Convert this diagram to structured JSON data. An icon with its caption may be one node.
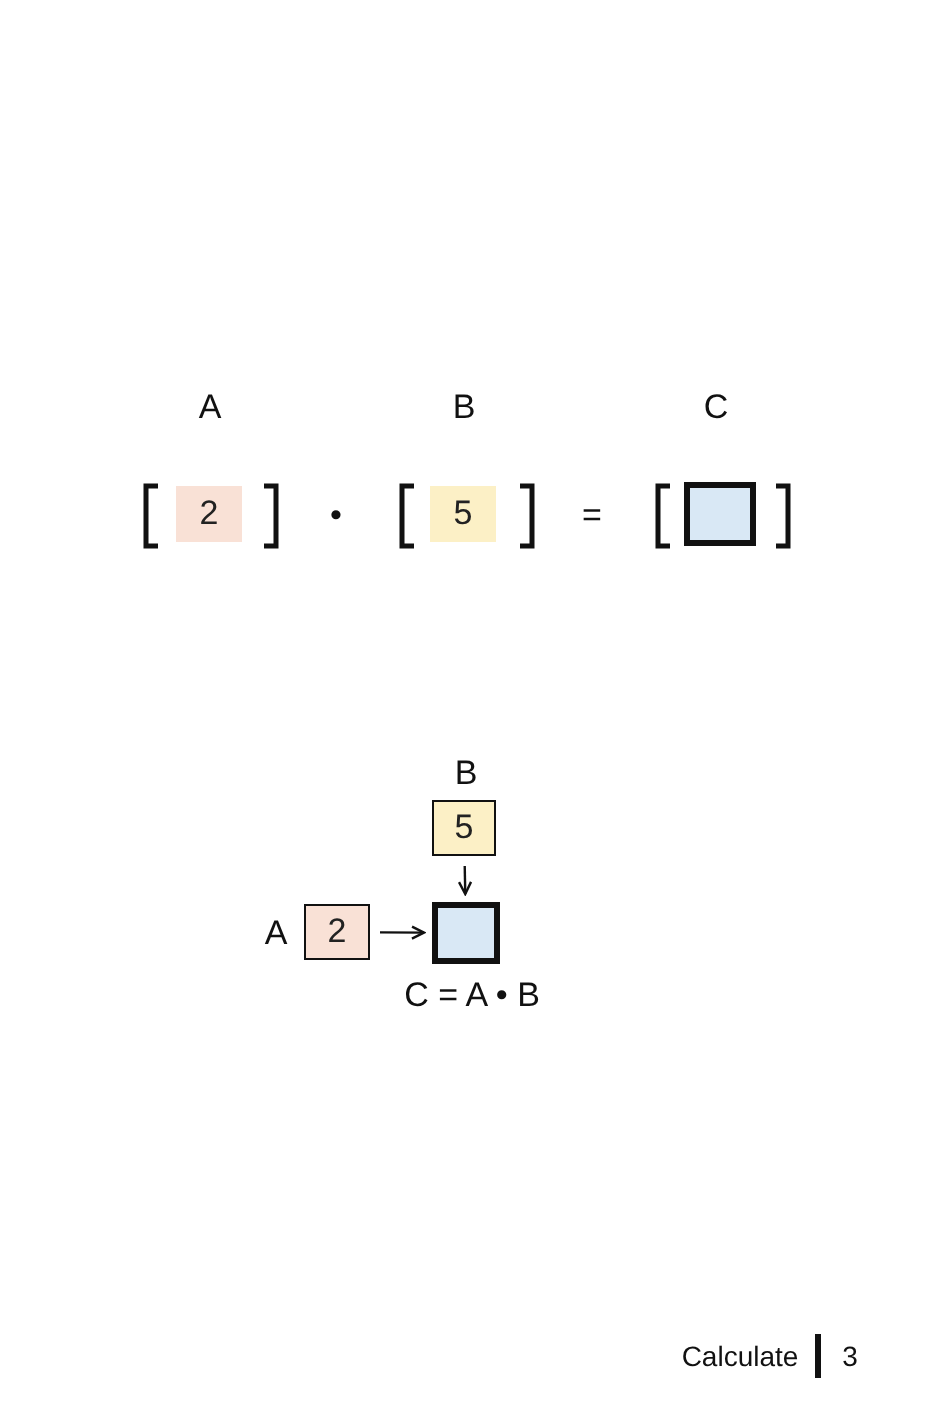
{
  "diagram": {
    "nodes": [
      {
        "text": [
          "2"
        ]
      },
      {
        "text": [
          "5"
        ]
      },
      {
        "text": [],
        "shape": "box"
      },
      {
        "text": [
          "B",
          "5"
        ]
      },
      {
        "text": [
          "A",
          "2"
        ]
      },
      {
        "text": [],
        "shape": "box",
        "beside": [
          "C = A • B"
        ]
      }
    ],
    "edges": [
      {
        "from": 4,
        "to": 5,
        "arrow": "to"
      },
      {
        "from": 3,
        "to": 5,
        "arrow": "to"
      }
    ],
    "labels": [
      "A",
      "B",
      "C",
      "•",
      "=",
      "Calculate",
      "3"
    ]
  }
}
